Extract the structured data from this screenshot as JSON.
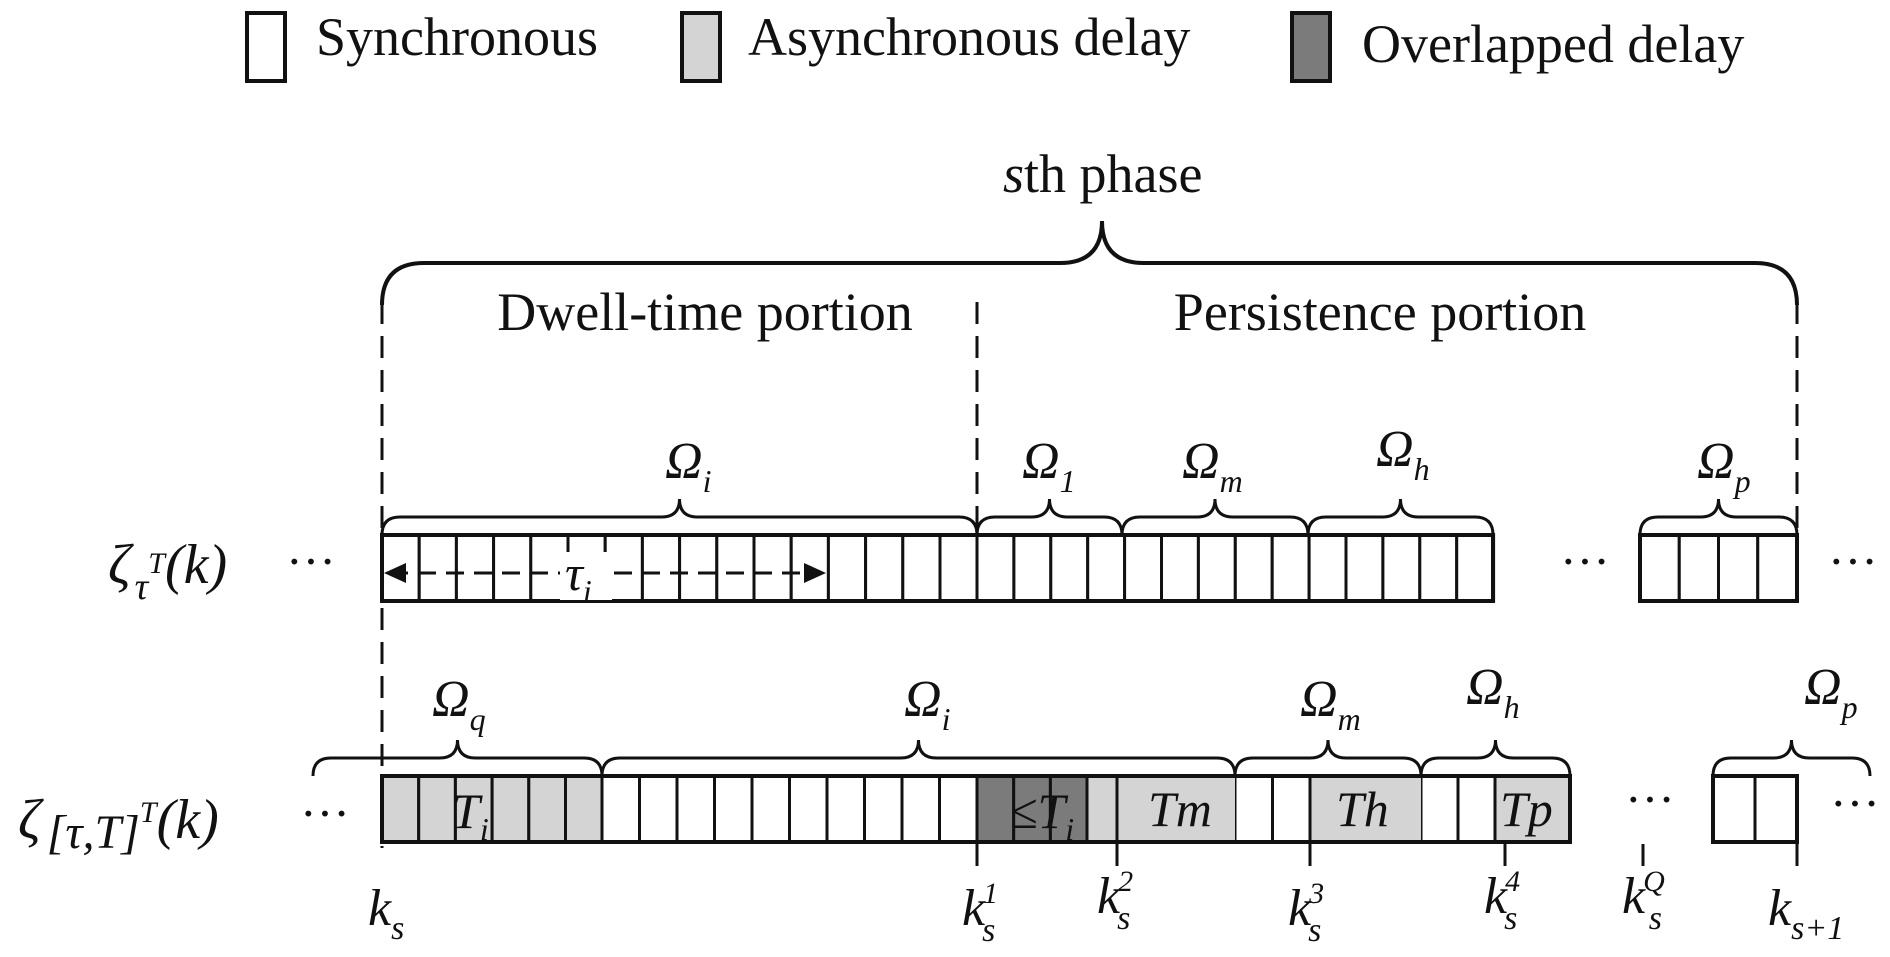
{
  "legend": {
    "synchronous": "Synchronous",
    "asynchronous": "Asynchronous delay",
    "overlapped": "Overlapped delay"
  },
  "colors": {
    "synchronous": "#ffffff",
    "asynchronous": "#d4d4d4",
    "overlapped": "#7b7b7b",
    "stroke": "#111111"
  },
  "phase": {
    "italic": "s",
    "suffix": "th phase"
  },
  "portions": {
    "dwell": "Dwell-time portion",
    "persistence": "Persistence portion"
  },
  "row1": {
    "label": {
      "zeta": "ζ",
      "sub": "τ",
      "sup": "T",
      "arg": "(k)"
    },
    "ellipsis": "···",
    "omega": [
      "i",
      "1",
      "m",
      "h",
      "p"
    ],
    "tau": {
      "base": "τ",
      "sub": "i"
    }
  },
  "row2": {
    "label": {
      "zeta": "ζ",
      "sub": "[τ,T]",
      "sup": "T",
      "arg": "(k)"
    },
    "ellipsis": "···",
    "omega": [
      "q",
      "i",
      "m",
      "h",
      "p"
    ],
    "segments": [
      {
        "label": "T",
        "sub": "i"
      },
      {
        "label": "≤T",
        "sub": "i"
      },
      {
        "label": "Tm",
        "sub": ""
      },
      {
        "label": "Th",
        "sub": ""
      },
      {
        "label": "Tp",
        "sub": ""
      }
    ]
  },
  "ticks": {
    "ks": {
      "base": "k",
      "sub": "s",
      "sup": ""
    },
    "k1": {
      "base": "k",
      "sub": "s",
      "sup": "1"
    },
    "k2": {
      "base": "k",
      "sub": "s",
      "sup": "2"
    },
    "k3": {
      "base": "k",
      "sub": "s",
      "sup": "3"
    },
    "k4": {
      "base": "k",
      "sub": "s",
      "sup": "4"
    },
    "kQ": {
      "base": "k",
      "sub": "s",
      "sup": "Q"
    },
    "ks1": {
      "base": "k",
      "sub": "s+1",
      "sup": ""
    }
  },
  "omega_symbol": "Ω"
}
